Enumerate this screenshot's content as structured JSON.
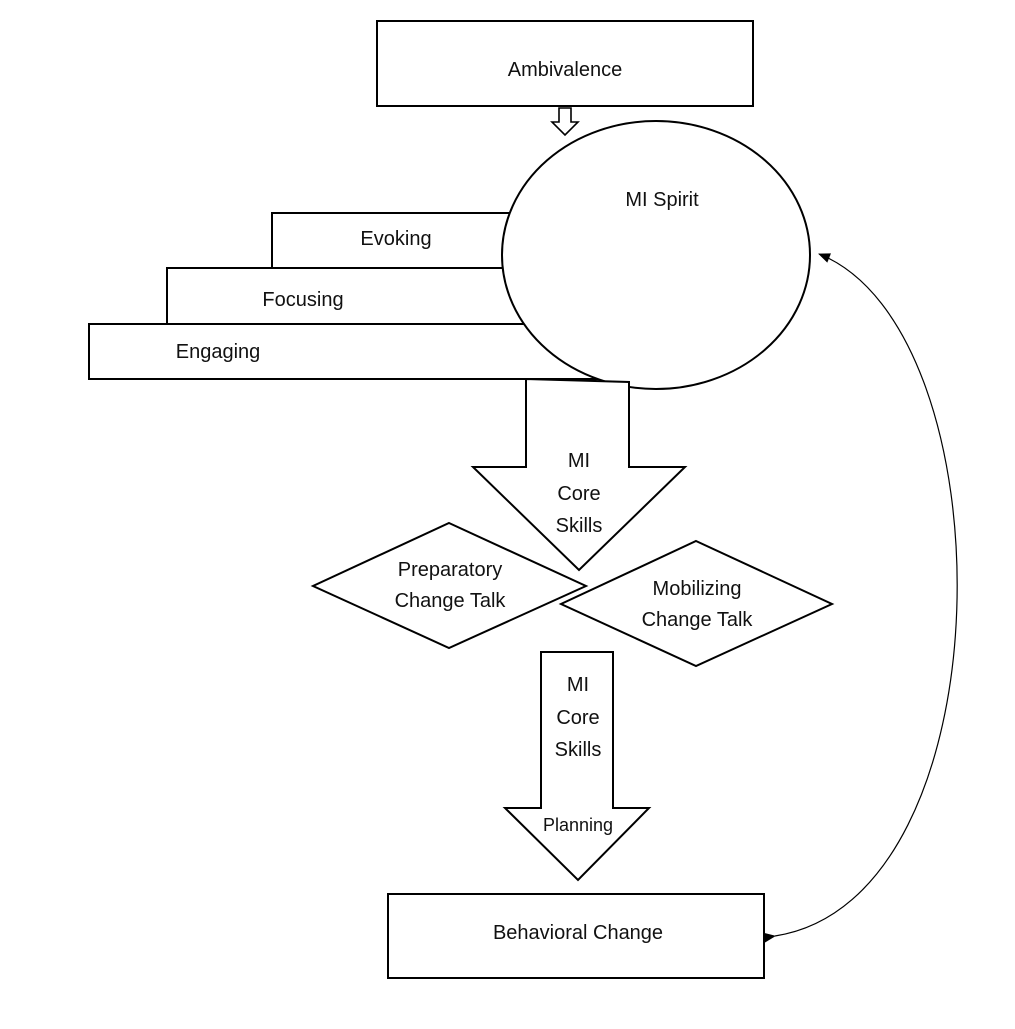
{
  "nodes": {
    "ambivalence": "Ambivalence",
    "mi_spirit": "MI Spirit",
    "evoking": "Evoking",
    "focusing": "Focusing",
    "engaging": "Engaging",
    "core_skills_1": [
      "MI",
      "Core",
      "Skills"
    ],
    "preparatory": [
      "Preparatory",
      "Change Talk"
    ],
    "mobilizing": [
      "Mobilizing",
      "Change Talk"
    ],
    "core_skills_2": [
      "MI",
      "Core",
      "Skills"
    ],
    "planning": "Planning",
    "behavioral_change": "Behavioral Change"
  },
  "colors": {
    "stroke": "#000000",
    "fill": "#ffffff",
    "text": "#111111"
  }
}
